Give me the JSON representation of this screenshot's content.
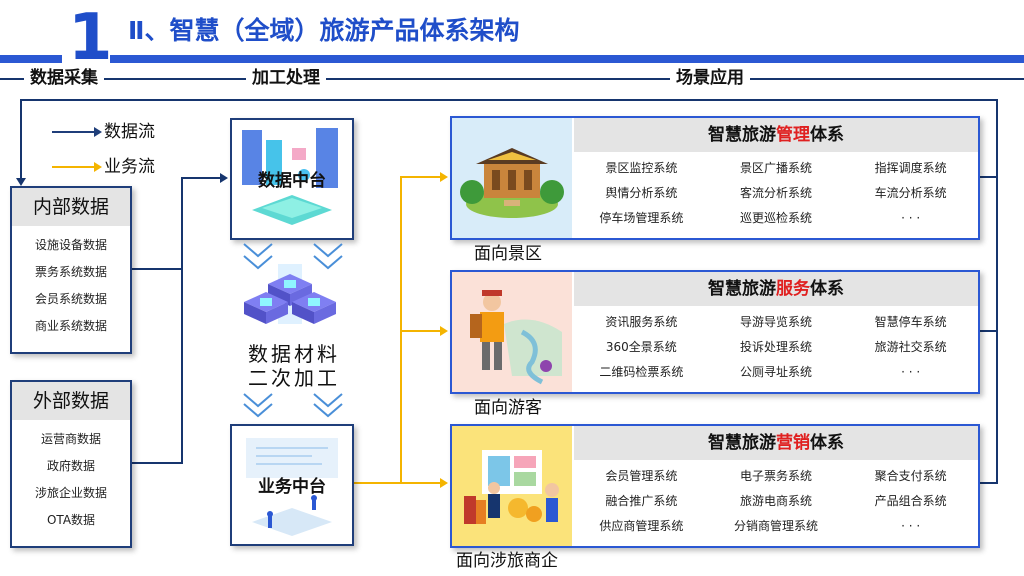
{
  "header": {
    "number": "1",
    "title": "Ⅱ、智慧（全域）旅游产品体系架构"
  },
  "sections": {
    "collect": "数据采集",
    "process": "加工处理",
    "apply": "场景应用"
  },
  "legend": {
    "data_flow": "数据流",
    "business_flow": "业务流",
    "data_color": "#1f3e7a",
    "business_color": "#f4b400"
  },
  "internal": {
    "title": "内部数据",
    "items": [
      "设施设备数据",
      "票务系统数据",
      "会员系统数据",
      "商业系统数据"
    ]
  },
  "external": {
    "title": "外部数据",
    "items": [
      "运营商数据",
      "政府数据",
      "涉旅企业数据",
      "OTA数据"
    ]
  },
  "middle": {
    "data_hub": "数据中台",
    "process_line1": "数据材料",
    "process_line2": "二次加工",
    "business_hub": "业务中台"
  },
  "systems": [
    {
      "title_pre": "智慧旅游",
      "title_hl": "管理",
      "title_post": "体系",
      "face": "面向景区",
      "items": [
        "景区监控系统",
        "景区广播系统",
        "指挥调度系统",
        "舆情分析系统",
        "客流分析系统",
        "车流分析系统",
        "停车场管理系统",
        "巡更巡检系统",
        "· · ·"
      ]
    },
    {
      "title_pre": "智慧旅游",
      "title_hl": "服务",
      "title_post": "体系",
      "face": "面向游客",
      "items": [
        "资讯服务系统",
        "导游导览系统",
        "智慧停车系统",
        "360全景系统",
        "投诉处理系统",
        "旅游社交系统",
        "二维码检票系统",
        "公厕寻址系统",
        "· · ·"
      ]
    },
    {
      "title_pre": "智慧旅游",
      "title_hl": "营销",
      "title_post": "体系",
      "face": "面向涉旅商企",
      "items": [
        "会员管理系统",
        "电子票务系统",
        "聚合支付系统",
        "融合推广系统",
        "旅游电商系统",
        "产品组合系统",
        "供应商管理系统",
        "分销商管理系统",
        "· · ·"
      ]
    }
  ]
}
